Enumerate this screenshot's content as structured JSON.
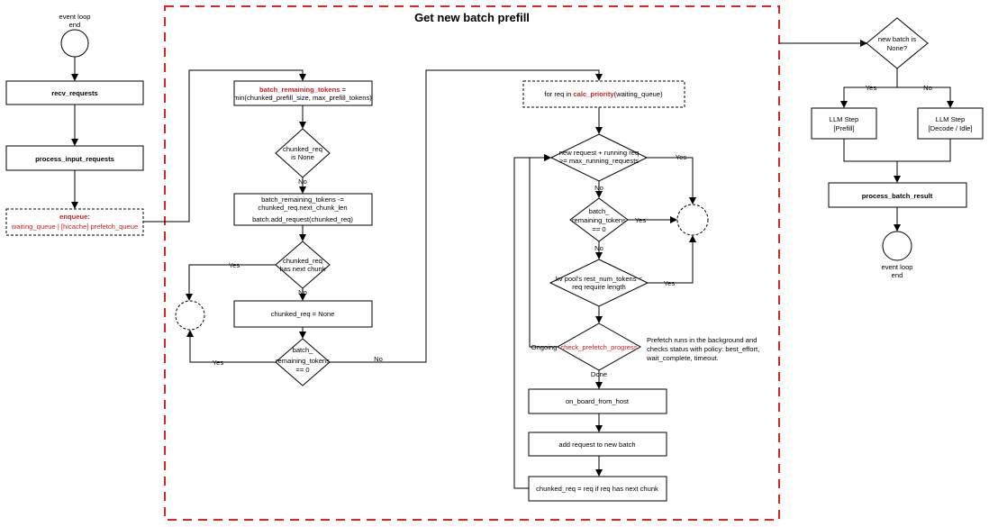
{
  "title": "Get new batch prefill",
  "left": {
    "start_label_1": "event loop",
    "start_label_2": "end",
    "recv": "recv_requests",
    "process": "process_input_requests",
    "enqueue_title": "enqueue:",
    "enqueue_body": "waiting_queue | [hicache] prefetch_queue"
  },
  "middle": {
    "brt_name": "batch_remaining_tokens",
    "brt_eq": " =",
    "brt_line2": "min(chunked_prefill_size, max_prefill_tokens)",
    "chunk_none_1": "chunked_req",
    "chunk_none_2": "is None",
    "no_1": "No",
    "sub_1": "batch_remaining_tokens -=",
    "sub_2": "chunked_req.next_chunk_len",
    "sub_3": "batch.add_request(chunked_req)",
    "next_chunk_1": "chunked_req",
    "next_chunk_2": "has next chunk",
    "yes_1": "Yes",
    "no_2": "No",
    "set_none": "chunked_req = None",
    "brt0_1": "batch_",
    "brt0_2": "remaining_tokens",
    "brt0_3": "== 0",
    "yes_2": "Yes",
    "no_3": "No"
  },
  "right": {
    "for_prefix": "for req in ",
    "for_fn": "calc_priority",
    "for_suffix": "(waiting_queue)",
    "d1_1": "new request + running req",
    "d1_2": ">= max_running_requests",
    "yes_1": "Yes",
    "no_1": "No",
    "d2_1": "batch_",
    "d2_2": "remaining_tokens",
    "d2_3": "== 0",
    "yes_2": "Yes",
    "no_2": "No",
    "d3_1": "kv pool's rest_num_tokens <",
    "d3_2": "req require length",
    "yes_3": "Yes",
    "ongoing": "Ongoing",
    "check": "check_prefetch_progress",
    "done": "Done",
    "note_1": "Prefetch runs in the background and",
    "note_2": "checks status with policy: best_effort,",
    "note_3": "wait_complete, timeout.",
    "onboard": "on_board_from_host",
    "add": "add request to new batch",
    "chunked": "chunked_req = req if req has next chunk"
  },
  "far": {
    "d_1": "new batch is",
    "d_2": "None?",
    "yes": "Yes",
    "no": "No",
    "prefill_1": "LLM Step",
    "prefill_2": "[Prefill]",
    "decode_1": "LLM Step",
    "decode_2": "[Decode / Idle]",
    "result": "process_batch_result",
    "end_1": "event loop",
    "end_2": "end"
  }
}
